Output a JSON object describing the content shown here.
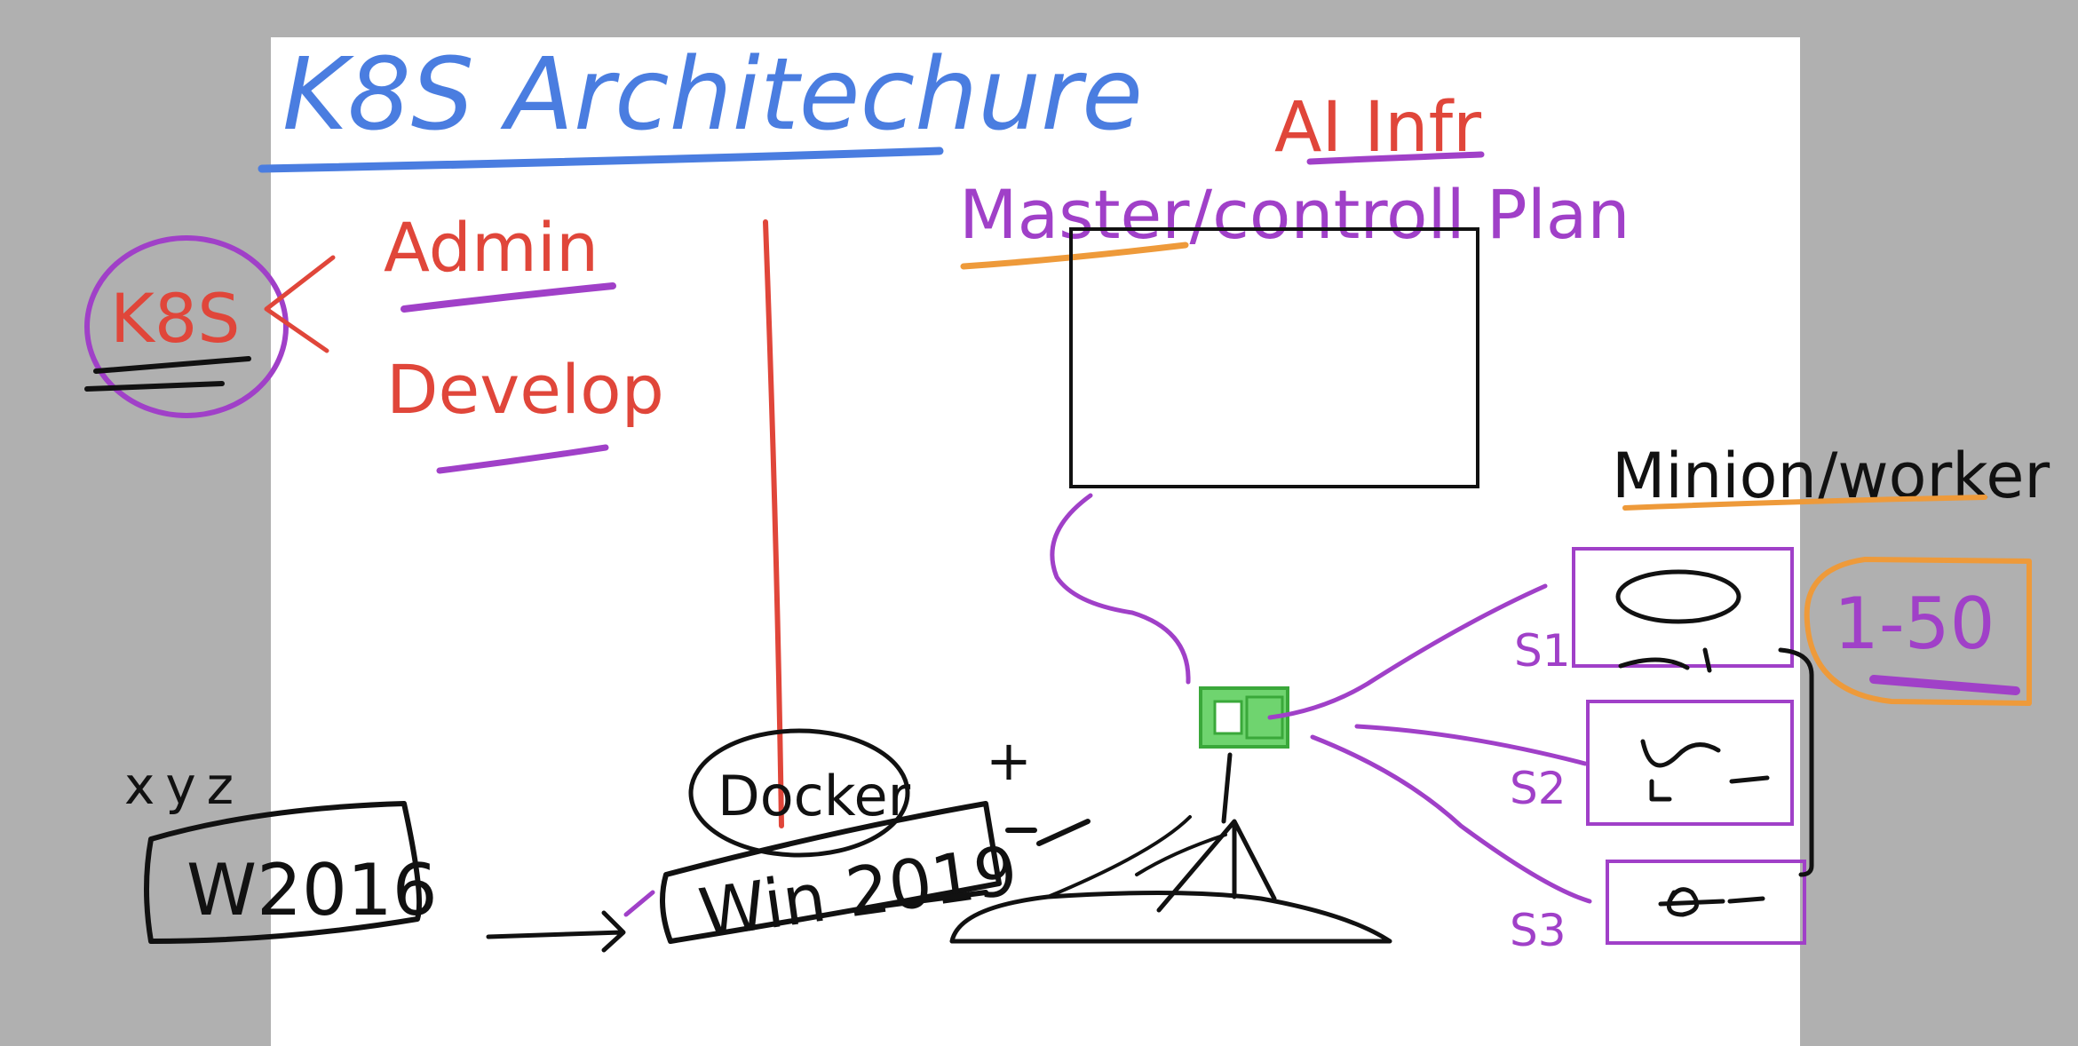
{
  "colors": {
    "canvas": "#ffffff",
    "backdrop": "#b0b0b0",
    "blue": "#4a7de0",
    "red": "#e0463a",
    "purple": "#a040c8",
    "orange": "#ee9a3a",
    "black": "#111111",
    "green": "#5ac85a"
  },
  "title": "K8S Architechure",
  "left": {
    "k8s_badge": "K8S",
    "role_admin": "Admin",
    "role_developer": "Develop"
  },
  "master": {
    "ai_note": "AI Infr",
    "label": "Master/controll Plan"
  },
  "minion": {
    "label": "Minion/worker",
    "count_note": "1-50"
  },
  "nodes": {
    "s1": "S1",
    "s2": "S2",
    "s3": "S3"
  },
  "bottom": {
    "xyz": "xyz",
    "w2016": "W2016",
    "docker": "Docker",
    "win2019": "Win 2019",
    "plus": "+"
  },
  "icons": {
    "node_chip": "green-chip-icon"
  }
}
